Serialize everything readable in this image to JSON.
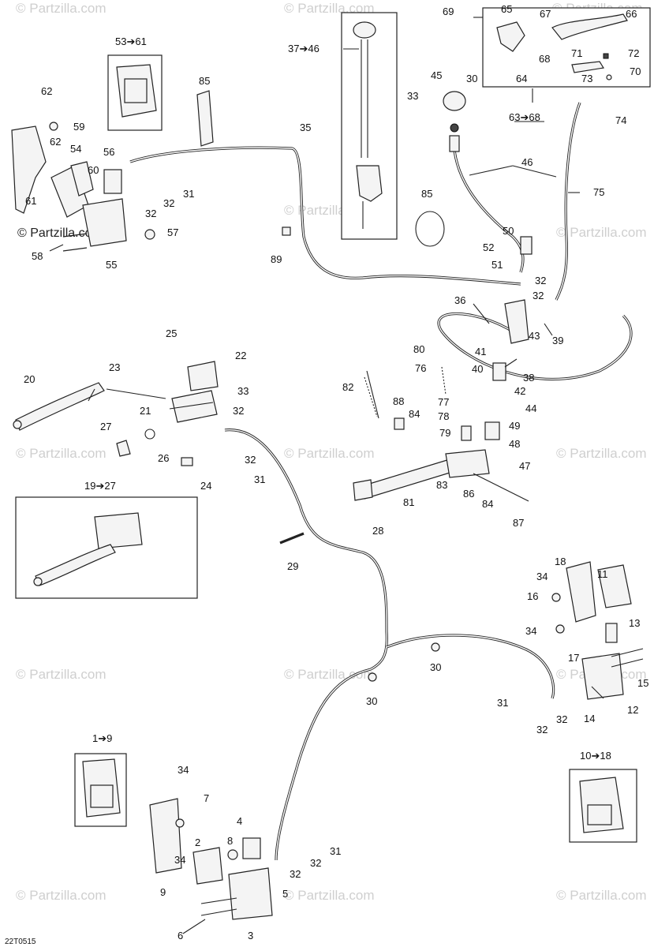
{
  "copyright": "© Partzilla.com",
  "watermark": "© Partzilla.com",
  "drawing_code": "22T0515",
  "callouts": {
    "c1": "1➔9",
    "c2": "2",
    "c3": "3",
    "c4": "4",
    "c5": "5",
    "c6": "6",
    "c7": "7",
    "c8": "8",
    "c9": "9",
    "c10": "10➔18",
    "c11": "11",
    "c12": "12",
    "c13": "13",
    "c14": "14",
    "c15": "15",
    "c16": "16",
    "c17": "17",
    "c18": "18",
    "c19": "19➔27",
    "c20": "20",
    "c21": "21",
    "c22": "22",
    "c23": "23",
    "c24": "24",
    "c25": "25",
    "c26": "26",
    "c27": "27",
    "c28": "28",
    "c29": "29",
    "c30a": "30",
    "c30b": "30",
    "c30c": "30",
    "c31a": "31",
    "c31b": "31",
    "c31c": "31",
    "c31d": "31",
    "c32a": "32",
    "c32b": "32",
    "c32c": "32",
    "c32d": "32",
    "c32e": "32",
    "c32f": "32",
    "c32g": "32",
    "c32h": "32",
    "c32i": "32",
    "c32j": "32",
    "c33a": "33",
    "c33b": "33",
    "c34a": "34",
    "c34b": "34",
    "c34c": "34",
    "c34d": "34",
    "c35": "35",
    "c36": "36",
    "c37": "37➔46",
    "c38": "38",
    "c39": "39",
    "c40": "40",
    "c41": "41",
    "c42": "42",
    "c43": "43",
    "c44": "44",
    "c45": "45",
    "c46": "46",
    "c47": "47",
    "c48": "48",
    "c49": "49",
    "c50": "50",
    "c51": "51",
    "c52": "52",
    "c53": "53➔61",
    "c54": "54",
    "c55": "55",
    "c56": "56",
    "c57": "57",
    "c58": "58",
    "c59": "59",
    "c60": "60",
    "c61": "61",
    "c62a": "62",
    "c62b": "62",
    "c63": "63➔68",
    "c64": "64",
    "c65": "65",
    "c66": "66",
    "c67": "67",
    "c68": "68",
    "c69": "69",
    "c70": "70",
    "c71": "71",
    "c72": "72",
    "c73": "73",
    "c74": "74",
    "c75": "75",
    "c76": "76",
    "c77": "77",
    "c78": "78",
    "c79": "79",
    "c80": "80",
    "c81": "81",
    "c82": "82",
    "c83": "83",
    "c84a": "84",
    "c84b": "84",
    "c85a": "85",
    "c85b": "85",
    "c86": "86",
    "c87": "87",
    "c88": "88",
    "c89": "89"
  }
}
